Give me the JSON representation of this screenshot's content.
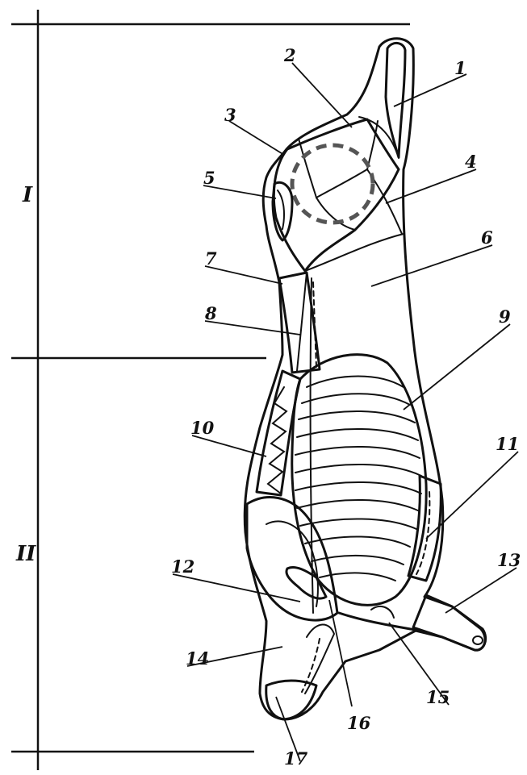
{
  "sections": [
    {
      "id": "I",
      "label": "I"
    },
    {
      "id": "II",
      "label": "II"
    }
  ],
  "parts": [
    {
      "number": "1"
    },
    {
      "number": "2"
    },
    {
      "number": "3"
    },
    {
      "number": "4"
    },
    {
      "number": "5"
    },
    {
      "number": "6"
    },
    {
      "number": "7"
    },
    {
      "number": "8"
    },
    {
      "number": "9"
    },
    {
      "number": "10"
    },
    {
      "number": "11"
    },
    {
      "number": "12"
    },
    {
      "number": "13"
    },
    {
      "number": "14"
    },
    {
      "number": "15"
    },
    {
      "number": "16"
    },
    {
      "number": "17"
    }
  ]
}
